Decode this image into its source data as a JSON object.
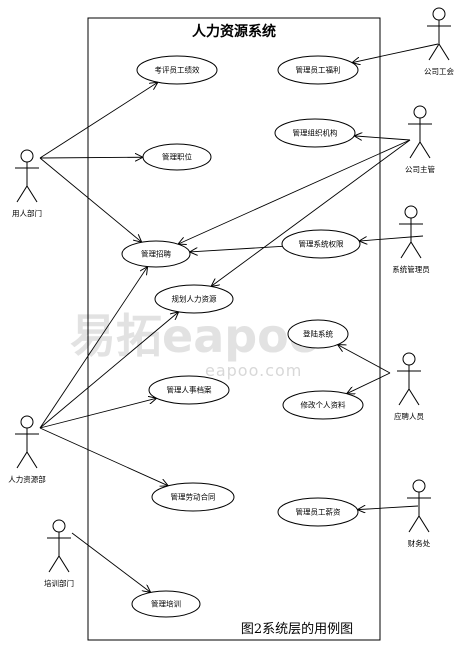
{
  "diagram": {
    "title": "人力资源系统",
    "caption": "图2系统层的用例图",
    "actors": [
      {
        "id": "yongren",
        "label": "用人部门"
      },
      {
        "id": "hr",
        "label": "人力资源部"
      },
      {
        "id": "peixun",
        "label": "培训部门"
      },
      {
        "id": "gonghui",
        "label": "公司工会"
      },
      {
        "id": "zhuguan",
        "label": "公司主管"
      },
      {
        "id": "admin",
        "label": "系统管理员"
      },
      {
        "id": "yingpin",
        "label": "应聘人员"
      },
      {
        "id": "caiwu",
        "label": "财务处"
      }
    ],
    "use_cases": [
      {
        "id": "kaoping",
        "label": "考评员工绩效"
      },
      {
        "id": "zhiwei",
        "label": "管理职位"
      },
      {
        "id": "zhaopin",
        "label": "管理招聘"
      },
      {
        "id": "guihua",
        "label": "规划人力资源"
      },
      {
        "id": "dangan",
        "label": "管理人事档案"
      },
      {
        "id": "hetong",
        "label": "管理劳动合同"
      },
      {
        "id": "peixun_uc",
        "label": "管理培训"
      },
      {
        "id": "fuli",
        "label": "管理员工福利"
      },
      {
        "id": "zuzhi",
        "label": "管理组织机构"
      },
      {
        "id": "quanxian",
        "label": "管理系统权限"
      },
      {
        "id": "denglu",
        "label": "登陆系统"
      },
      {
        "id": "ziliao",
        "label": "修改个人资料"
      },
      {
        "id": "xinzi",
        "label": "管理员工薪资"
      }
    ],
    "associations": [
      [
        "yongren",
        "kaoping"
      ],
      [
        "yongren",
        "zhiwei"
      ],
      [
        "yongren",
        "zhaopin"
      ],
      [
        "hr",
        "zhaopin"
      ],
      [
        "hr",
        "guihua"
      ],
      [
        "hr",
        "dangan"
      ],
      [
        "hr",
        "hetong"
      ],
      [
        "peixun",
        "peixun_uc"
      ],
      [
        "gonghui",
        "fuli"
      ],
      [
        "zhuguan",
        "zuzhi"
      ],
      [
        "zhuguan",
        "zhaopin"
      ],
      [
        "zhuguan",
        "guihua"
      ],
      [
        "admin",
        "quanxian"
      ],
      [
        "quanxian",
        "zhaopin"
      ],
      [
        "yingpin",
        "denglu"
      ],
      [
        "yingpin",
        "ziliao"
      ],
      [
        "caiwu",
        "xinzi"
      ]
    ],
    "watermark": {
      "main": "易拓eapoo",
      "sub": "eapoo.com"
    }
  }
}
